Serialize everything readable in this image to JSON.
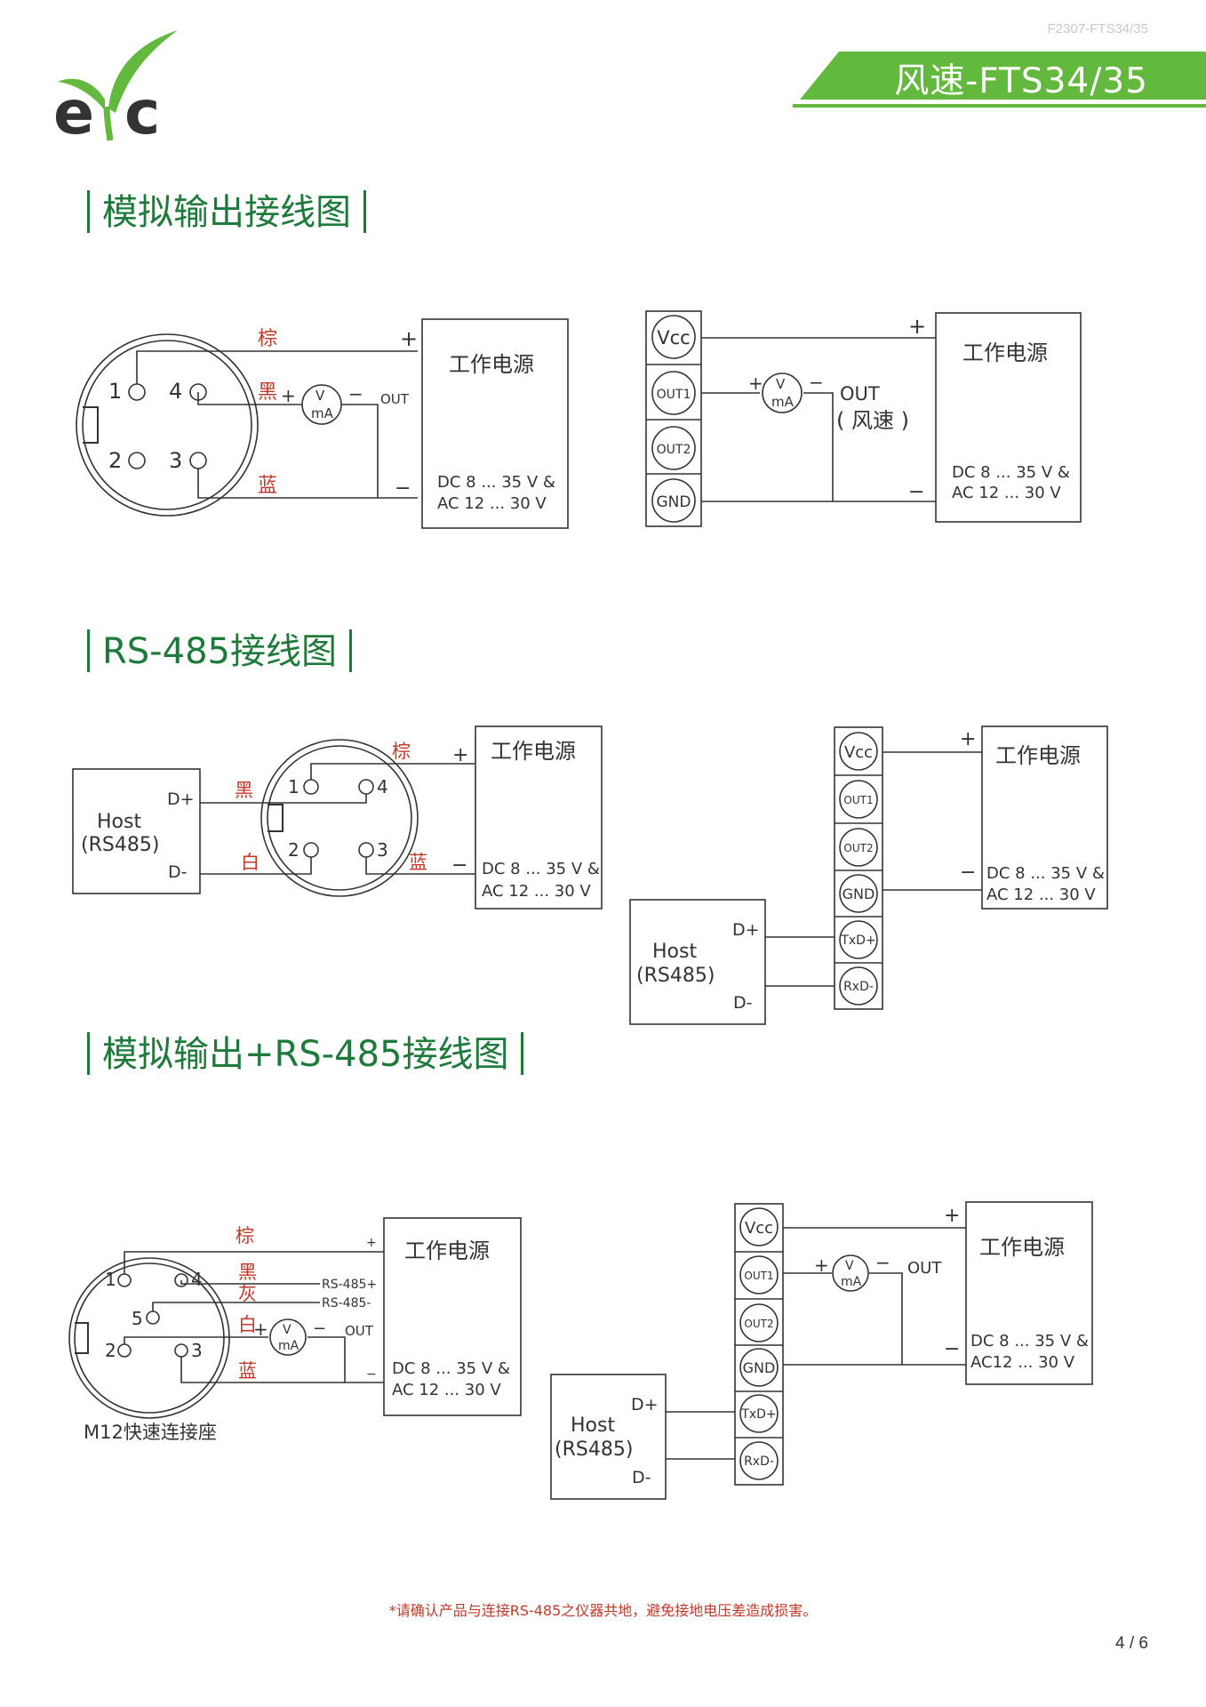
{
  "header": {
    "doc_code": "F2307-FTS34/35",
    "title": "风速-FTS34/35",
    "brand_color": "#63b83e"
  },
  "colors": {
    "section_title": "#1e7a3a",
    "wire_label": "#c0392b",
    "line": "#333333"
  },
  "sections": [
    {
      "title": "模拟输出接线图"
    },
    {
      "title": "RS-485接线图"
    },
    {
      "title": "模拟输出+RS-485接线图"
    }
  ],
  "common": {
    "power_supply": "工作电源",
    "supply_dc": "DC 8 ... 35 V &",
    "supply_ac": "AC 12 ... 30 V",
    "supply_ac_compact": "AC12 ... 30 V",
    "plus": "+",
    "minus": "−",
    "out": "OUT",
    "out_wind": "( 风速 )",
    "meter_v": "V",
    "meter_ma": "mA",
    "host": "Host",
    "host_rs485": "(RS485)",
    "d_plus": "D+",
    "d_minus": "D-",
    "wire_brown": "棕",
    "wire_black": "黑",
    "wire_blue": "蓝",
    "wire_white": "白",
    "wire_grey": "灰",
    "rs485_plus": "RS-485+",
    "rs485_minus": "RS-485-",
    "connector_caption": "M12快速连接座",
    "pin_1": "1",
    "pin_2": "2",
    "pin_3": "3",
    "pin_4": "4",
    "pin_5": "5"
  },
  "terminals": [
    "Vcc",
    "OUT1",
    "OUT2",
    "GND",
    "TxD+",
    "RxD-"
  ],
  "footnote": "*请确认产品与连接RS-485之仪器共地，避免接地电压差造成损害。",
  "page": "4 / 6"
}
